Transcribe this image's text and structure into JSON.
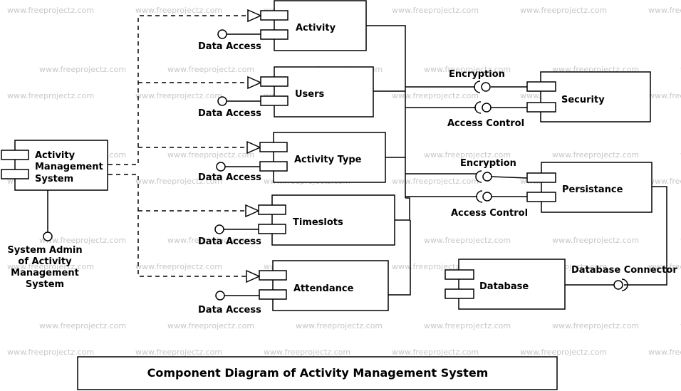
{
  "watermark": "www.freeprojectz.com",
  "title": "Component Diagram of Activity Management System",
  "components": {
    "ams": [
      "Activity",
      "Management",
      "System"
    ],
    "activity": "Activity",
    "users": "Users",
    "activity_type": "Activity Type",
    "timeslots": "Timeslots",
    "attendance": "Attendance",
    "security": "Security",
    "persistance": "Persistance",
    "database": "Database"
  },
  "interfaces": {
    "data_access": "Data Access",
    "encryption": "Encryption",
    "access_control": "Access Control",
    "database_connector": "Database Connector",
    "actor": [
      "System Admin",
      "of Activity",
      "Management",
      "System"
    ]
  }
}
